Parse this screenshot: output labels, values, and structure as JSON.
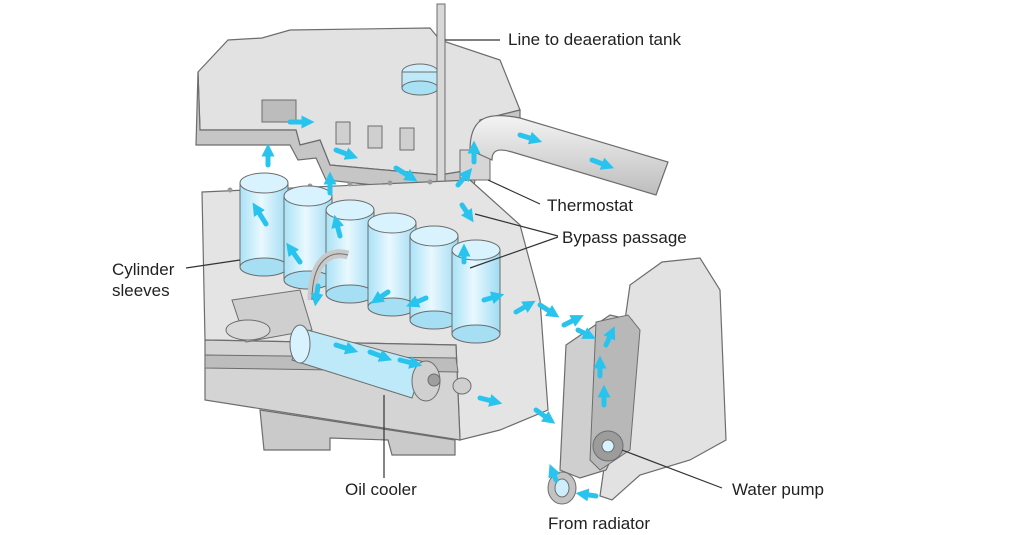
{
  "labels": {
    "deaeration": "Line to deaeration tank",
    "thermostat": "Thermostat",
    "bypass": "Bypass passage",
    "cylinder_line1": "Cylinder",
    "cylinder_line2": "sleeves",
    "oil_cooler": "Oil cooler",
    "water_pump": "Water pump",
    "from_radiator": "From radiator"
  },
  "colors": {
    "coolant_arrow": "#29c4ee",
    "coolant_fill": "#cdeefa",
    "engine_face": "#e4e4e4",
    "engine_dark": "#c2c2c2",
    "outline": "#6d6d6d"
  }
}
